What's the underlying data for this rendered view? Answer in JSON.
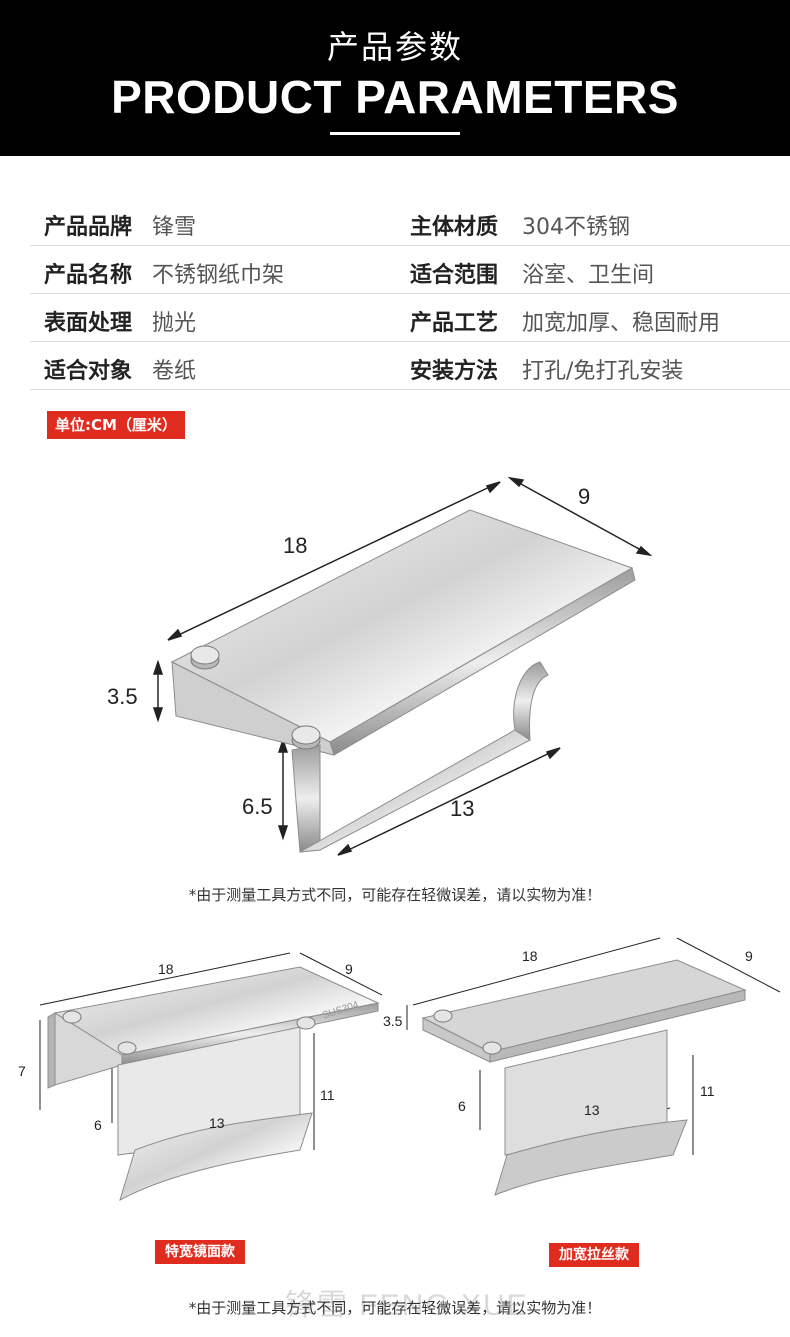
{
  "header": {
    "title_cn": "产品参数",
    "title_en": "PRODUCT PARAMETERS"
  },
  "params": [
    {
      "k1": "产品品牌",
      "v1": "锋雪",
      "k2": "主体材质",
      "v2": "304不锈钢"
    },
    {
      "k1": "产品名称",
      "v1": "不锈钢纸巾架",
      "k2": "适合范围",
      "v2": "浴室、卫生间"
    },
    {
      "k1": "表面处理",
      "v1": "抛光",
      "k2": "产品工艺",
      "v2": "加宽加厚、稳固耐用"
    },
    {
      "k1": "适合对象",
      "v1": "卷纸",
      "k2": "安装方法",
      "v2": "打孔/免打孔安装"
    }
  ],
  "unit_badge": "单位:CM（厘米）",
  "main_dims": {
    "length": "18",
    "depth": "9",
    "shelf_h": "3.5",
    "arm_h": "6.5",
    "arm_len": "13"
  },
  "note": "*由于测量工具方式不同，可能存在轻微误差，请以实物为准！",
  "variant_a": {
    "label": "特宽镜面款",
    "length": "18",
    "depth": "9",
    "total_h": "7",
    "arm_h": "6",
    "cover_h": "11",
    "arm_len": "13",
    "stamp": "SUS304"
  },
  "variant_b": {
    "label": "加宽拉丝款",
    "length": "18",
    "depth": "9",
    "shelf_h": "3.5",
    "arm_h": "6",
    "cover_h": "11",
    "arm_len": "13"
  },
  "watermark": "锋雪 FENG XUE",
  "colors": {
    "accent": "#e02b1f",
    "header_bg": "#000000"
  }
}
